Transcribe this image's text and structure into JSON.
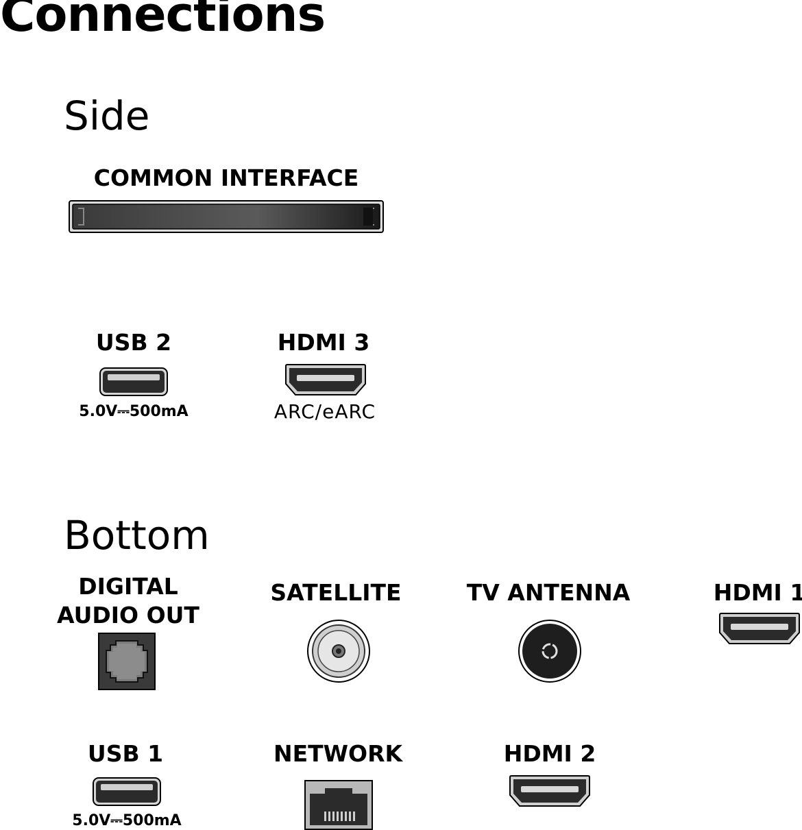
{
  "title": "Connections",
  "sections": {
    "side": "Side",
    "bottom": "Bottom"
  },
  "ports": {
    "common_interface": {
      "label": "COMMON INTERFACE"
    },
    "usb2": {
      "label": "USB 2",
      "rating": "5.0V⎓500mA"
    },
    "hdmi3": {
      "label": "HDMI 3",
      "note": "ARC/eARC"
    },
    "digital_audio_out": {
      "label_line1": "DIGITAL",
      "label_line2": "AUDIO OUT"
    },
    "satellite": {
      "label": "SATELLITE"
    },
    "tv_antenna": {
      "label": "TV ANTENNA"
    },
    "hdmi1": {
      "label": "HDMI 1"
    },
    "usb1": {
      "label": "USB 1",
      "rating": "5.0V⎓500mA"
    },
    "network": {
      "label": "NETWORK"
    },
    "hdmi2": {
      "label": "HDMI 2"
    }
  },
  "colors": {
    "port_body": "#2b2b2b",
    "port_frame": "#c9c9c9",
    "text": "#000000"
  },
  "icons": [
    "ci-slot-icon",
    "usb-port-icon",
    "hdmi-port-icon",
    "optical-port-icon",
    "coax-satellite-icon",
    "coax-antenna-icon",
    "ethernet-port-icon"
  ]
}
